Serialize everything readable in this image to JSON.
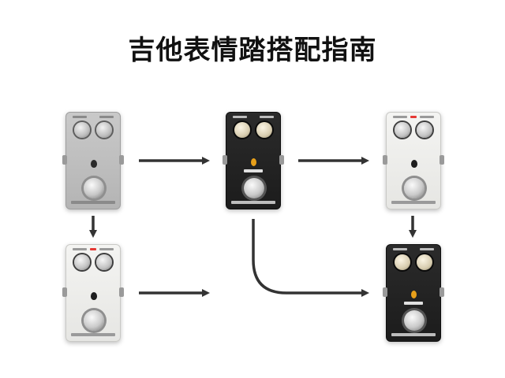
{
  "page": {
    "title": "吉他表情踏搭配指南"
  },
  "pedals": [
    {
      "id": "silver-top-left",
      "finish": "silver"
    },
    {
      "id": "black-top-center",
      "finish": "black"
    },
    {
      "id": "white-top-right",
      "finish": "white"
    },
    {
      "id": "white-bottom-left",
      "finish": "white"
    },
    {
      "id": "black-bottom-right",
      "finish": "black"
    }
  ],
  "colors": {
    "arrow": "#333333",
    "accent_red": "#e53935",
    "led_amber": "#e8a01a"
  }
}
